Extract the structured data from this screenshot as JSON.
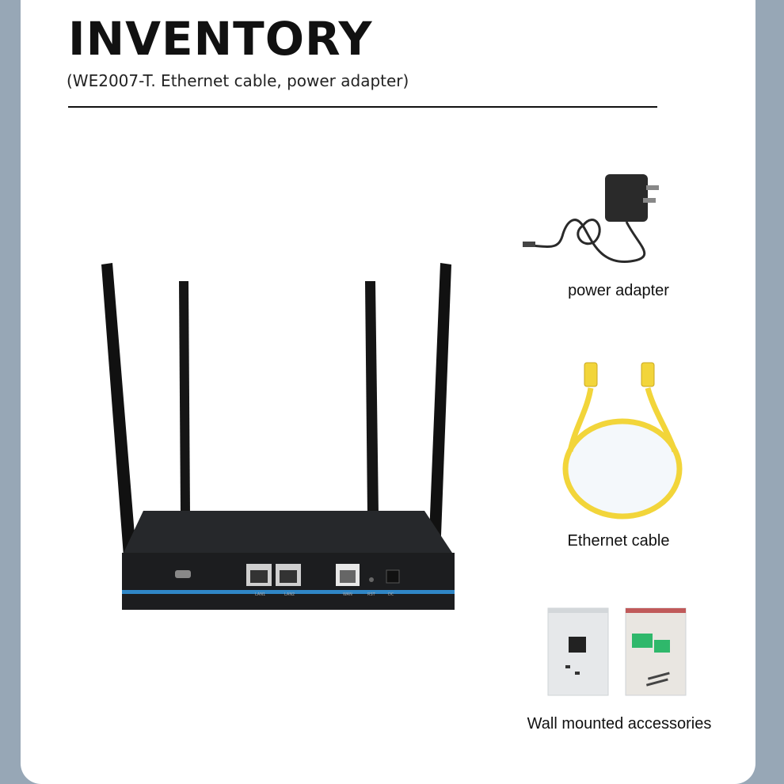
{
  "header": {
    "title": "INVENTORY",
    "subtitle": "(WE2007-T. Ethernet cable, power adapter)"
  },
  "router": {
    "port_labels": [
      "LAN1",
      "LAN2",
      "WAN",
      "RST",
      "DC"
    ]
  },
  "items": [
    {
      "label": "power adapter",
      "icon": "power-adapter-icon"
    },
    {
      "label": "Ethernet cable",
      "icon": "ethernet-cable-icon"
    },
    {
      "label": "Wall mounted accessories",
      "icon": "accessory-bags-icon"
    }
  ],
  "colors": {
    "side_background": "#97a7b6",
    "router_body": "#1c1d1f",
    "router_stripe": "#2f86c6",
    "cable": "#f2d53a",
    "bracket_green": "#2fb86b"
  }
}
